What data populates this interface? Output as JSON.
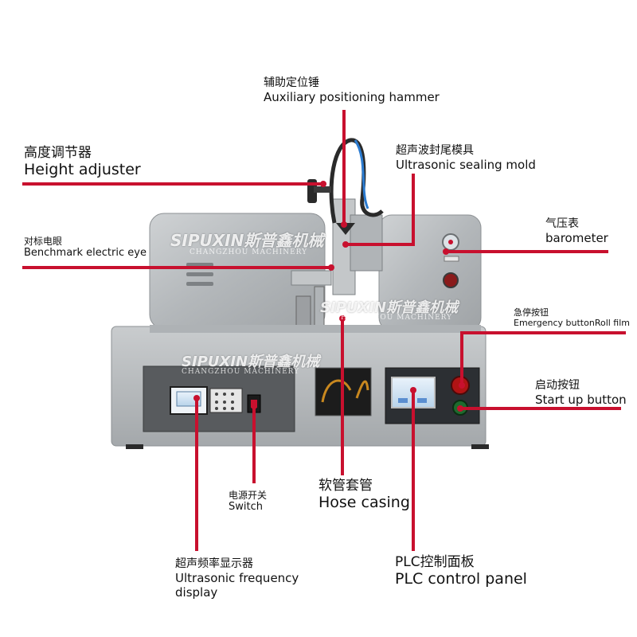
{
  "colors": {
    "callout_line": "#c8102e",
    "steel": "#b9bcbe",
    "steel_dark": "#8f9396",
    "brand_text": "#ffffff"
  },
  "watermark": {
    "name": "SIPUXIN斯普鑫机械",
    "subtitle": "CHANGZHOU MACHINERY"
  },
  "labels": {
    "hammer": {
      "zh": "辅助定位锤",
      "en": "Auxiliary positioning hammer"
    },
    "height": {
      "zh": "高度调节器",
      "en": "Height adjuster"
    },
    "mold": {
      "zh": "超声波封尾模具",
      "en": "Ultrasonic sealing mold"
    },
    "barometer": {
      "zh": "气压表",
      "en": "barometer"
    },
    "eye": {
      "zh": "对标电眼",
      "en": "Benchmark electric eye"
    },
    "emergency": {
      "zh": "急停按钮",
      "en": "Emergency buttonRoll film"
    },
    "start": {
      "zh": "启动按钮",
      "en": "Start up button"
    },
    "switch": {
      "zh": "电源开关",
      "en": "Switch"
    },
    "hose": {
      "zh": "软管套管",
      "en": "Hose casing"
    },
    "freq": {
      "zh": "超声频率显示器",
      "en1": "Ultrasonic frequency",
      "en2": "display"
    },
    "plc": {
      "zh": "PLC控制面板",
      "en": "PLC control panel"
    }
  }
}
